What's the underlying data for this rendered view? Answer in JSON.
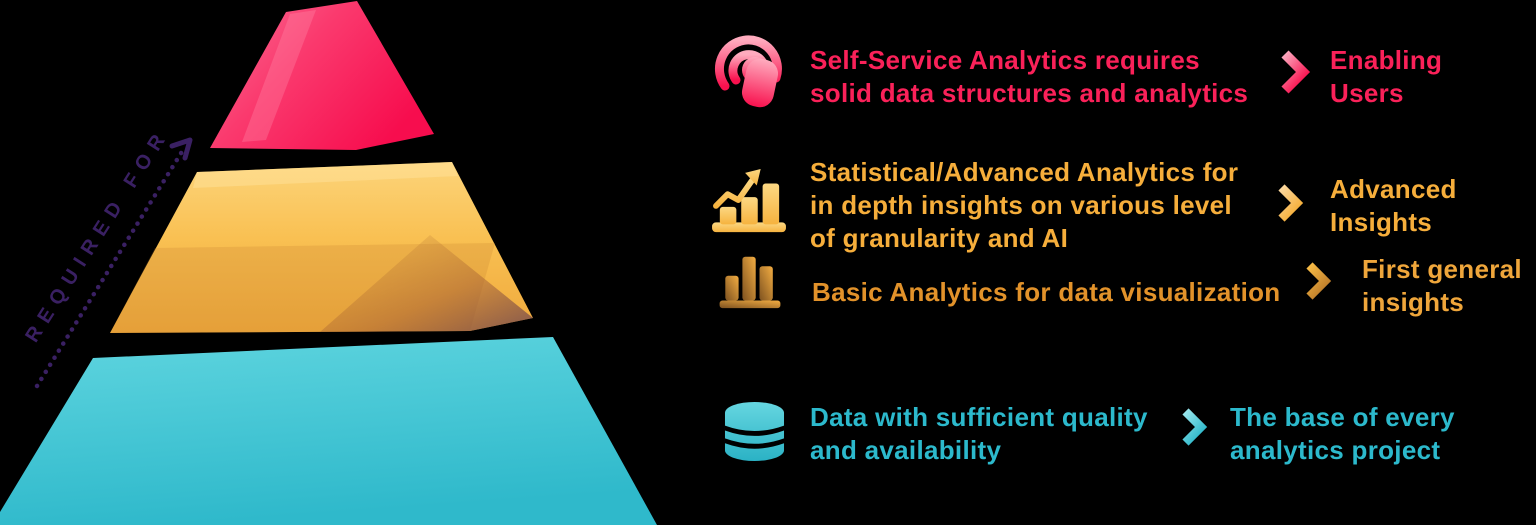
{
  "title": "Analytics requirements pyramid infographic",
  "background_color": "#000000",
  "required_for": {
    "label": "REQUIRED FOR",
    "color": "#3A2063"
  },
  "pyramid": {
    "levels": [
      {
        "name": "self-service-analytics-level",
        "color": "#F8114E"
      },
      {
        "name": "advanced-and-basic-analytics-level",
        "color": "#F6B33C"
      },
      {
        "name": "data-foundation-level",
        "color": "#35BECE"
      }
    ]
  },
  "rows": [
    {
      "id": "self-service-analytics",
      "icon": "tap-icon",
      "color": "#FA2159",
      "desc": [
        "Self-Service Analytics requires",
        "solid data structures and analytics"
      ],
      "outcome": [
        "Enabling",
        "Users"
      ]
    },
    {
      "id": "advanced-analytics",
      "icon": "chart-growth-icon",
      "color": "#F6AE3B",
      "desc": [
        "Statistical/Advanced Analytics for",
        "in depth insights on various level",
        "of granularity and AI"
      ],
      "outcome": [
        "Advanced",
        "Insights"
      ]
    },
    {
      "id": "basic-analytics",
      "icon": "bar-chart-icon",
      "color": "#E2922A",
      "desc": [
        "Basic Analytics for data visualization"
      ],
      "outcome": [
        "First general",
        "insights"
      ]
    },
    {
      "id": "data-foundation",
      "icon": "database-icon",
      "color": "#2CB9CC",
      "desc": [
        "Data with sufficient quality",
        "and availability"
      ],
      "outcome": [
        "The base of every",
        "analytics project"
      ]
    }
  ]
}
